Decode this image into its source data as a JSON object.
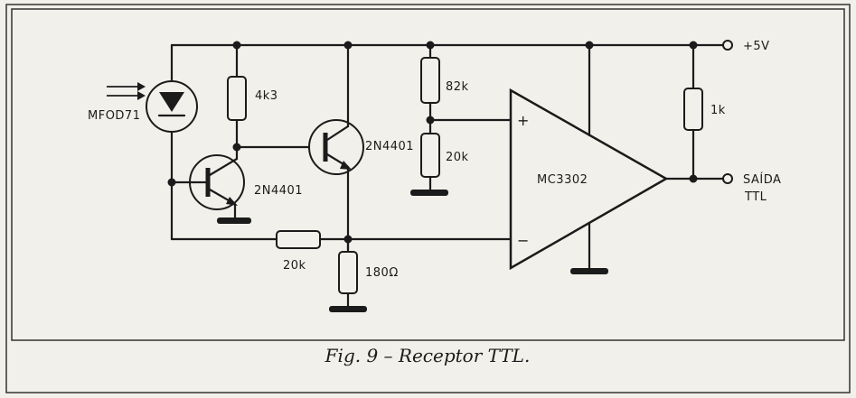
{
  "labels": {
    "photodiode": "MFOD71",
    "r_4k3": "4k3",
    "q1": "2N4401",
    "q2": "2N4401",
    "r_82k": "82k",
    "r_20k_div": "20k",
    "opamp": "MC3302",
    "plus": "+",
    "minus": "−",
    "r_1k": "1k",
    "vcc": "+5V",
    "out_line1": "SAÍDA",
    "out_line2": "TTL",
    "r_20k_fb": "20k",
    "r_180": "180Ω"
  },
  "caption": "Fig. 9 – Receptor TTL."
}
